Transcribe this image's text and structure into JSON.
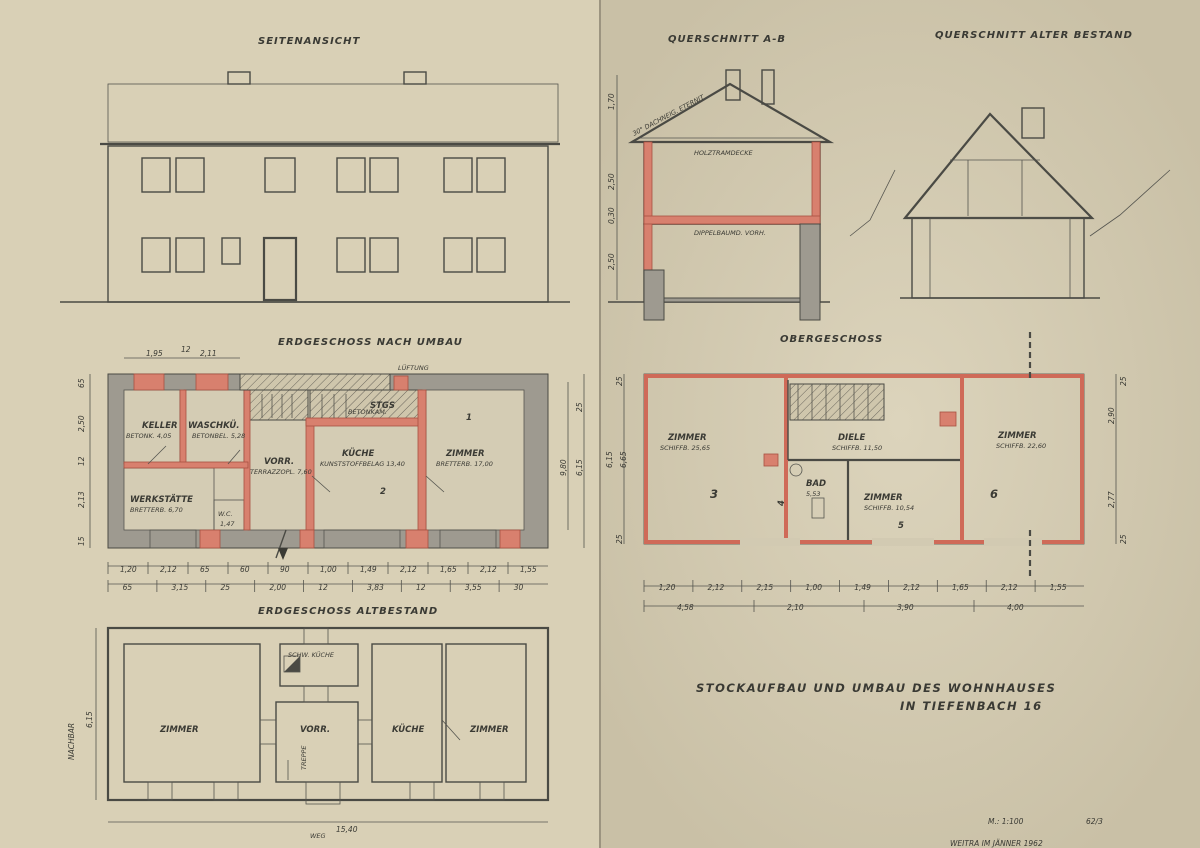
{
  "views": {
    "side_elevation_title": "SEITENANSICHT",
    "section_ab_title": "QUERSCHNITT A-B",
    "section_old_title": "QUERSCHNITT ALTER BESTAND",
    "ground_new_title": "ERDGESCHOSS NACH UMBAU",
    "upper_title": "OBERGESCHOSS",
    "ground_old_title": "ERDGESCHOSS ALTBESTAND"
  },
  "section_ab": {
    "roof_note": "30° DACHNEIG. ETERNIT",
    "ceiling_upper": "HOLZTRAMDECKE",
    "ceiling_lower": "DIPPELBAUMD. VORH.",
    "dims_left": [
      "1,70",
      "2,50",
      "0,30",
      "2,50"
    ]
  },
  "ground_new": {
    "rooms": [
      {
        "name": "KELLER",
        "sub": "BETONK. 4,05"
      },
      {
        "name": "WASCHKÜ.",
        "sub": "BETONBEL. 5,28"
      },
      {
        "name": "VORR.",
        "sub": "TERRAZZOPL. 7,60"
      },
      {
        "name": "KÜCHE",
        "sub": "KUNSTSTOFFBELAG 13,40"
      },
      {
        "name": "ZIMMER",
        "sub": "BRETTERB. 17,00"
      },
      {
        "name": "WERKSTÄTTE",
        "sub": "BRETTERB. 6,70"
      },
      {
        "name": "W.C.",
        "sub": "1,47"
      }
    ],
    "stair_label": "STGS",
    "vent_label": "LÜFTUNG",
    "beton_label": "BETONKAM.",
    "room_numbers": [
      "1",
      "2"
    ],
    "dims_top": [
      "1,95",
      "12",
      "2,11"
    ],
    "dims_bottom_row1": [
      "1,20",
      "2,12",
      "65",
      "60",
      "90",
      "1,00",
      "1,49",
      "2,12",
      "1,65",
      "2,12",
      "1,55"
    ],
    "dims_bottom_row2": [
      "65",
      "3,15",
      "25",
      "2,00",
      "12",
      "3,83",
      "12",
      "3,55",
      "30"
    ],
    "dims_left": [
      "65",
      "2,50",
      "12",
      "2,13",
      "15"
    ],
    "dims_right": [
      "9,80",
      "6,15",
      "25"
    ]
  },
  "upper": {
    "rooms": [
      {
        "name": "ZIMMER",
        "sub": "SCHIFFB. 25,65"
      },
      {
        "name": "DIELE",
        "sub": "SCHIFFB. 11,50"
      },
      {
        "name": "ZIMMER",
        "sub": "SCHIFFB. 22,60"
      },
      {
        "name": "BAD",
        "sub": "5,53"
      },
      {
        "name": "ZIMMER",
        "sub": "SCHIFFB. 10,54"
      }
    ],
    "room_numbers": [
      "3",
      "4",
      "5",
      "6"
    ],
    "dims_bottom_row1": [
      "1,20",
      "2,12",
      "2,15",
      "1,00",
      "1,49",
      "2,12",
      "1,65",
      "2,12",
      "1,55"
    ],
    "dims_bottom_row2": [
      "4,58",
      "2,10",
      "3,90",
      "4,00"
    ],
    "dims_left": [
      "25",
      "6,15",
      "6,65",
      "25"
    ],
    "dims_right": [
      "25",
      "2,90",
      "2,77",
      "25"
    ]
  },
  "ground_old": {
    "rooms": [
      {
        "name": "ZIMMER"
      },
      {
        "name": "SCHW. KÜCHE"
      },
      {
        "name": "VORR."
      },
      {
        "name": "KÜCHE"
      },
      {
        "name": "ZIMMER"
      }
    ],
    "neighbour": "NACHBAR",
    "depth": "6,15",
    "width": "15,40",
    "road": "WEG",
    "stair_label": "TREPPE"
  },
  "title_block": {
    "line1": "STOCKAUFBAU UND UMBAU DES WOHNHAUSES",
    "line2": "IN TIEFENBACH 16",
    "scale": "M.: 1:100",
    "ref": "62/3",
    "place_date": "WEITRA IM JÄNNER 1962"
  }
}
